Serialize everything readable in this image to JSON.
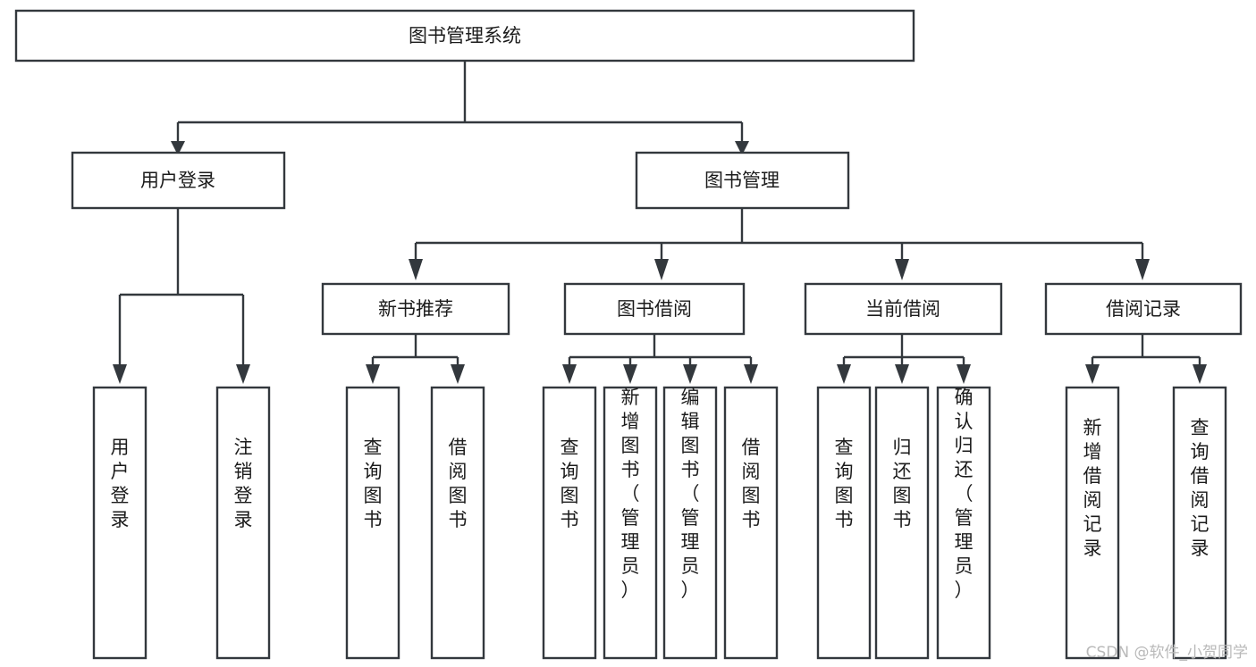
{
  "diagram": {
    "title": "图书管理系统",
    "type": "tree",
    "orientation": "top-down",
    "colors": {
      "box_stroke": "#33383d",
      "box_fill": "#ffffff",
      "connector": "#33383d",
      "text": "#1b1b1b",
      "background": "#ffffff",
      "watermark": "#b9b9b9"
    },
    "root": {
      "label": "图书管理系统",
      "text_orientation": "horizontal"
    },
    "level2": [
      {
        "label": "用户登录",
        "text_orientation": "horizontal"
      },
      {
        "label": "图书管理",
        "text_orientation": "horizontal"
      }
    ],
    "level3": [
      {
        "label": "新书推荐",
        "text_orientation": "horizontal",
        "parent": "图书管理"
      },
      {
        "label": "图书借阅",
        "text_orientation": "horizontal",
        "parent": "图书管理"
      },
      {
        "label": "当前借阅",
        "text_orientation": "horizontal",
        "parent": "图书管理"
      },
      {
        "label": "借阅记录",
        "text_orientation": "horizontal",
        "parent": "图书管理"
      }
    ],
    "leaves": {
      "用户登录": [
        {
          "label": "用户登录",
          "text_orientation": "vertical"
        },
        {
          "label": "注销登录",
          "text_orientation": "vertical"
        }
      ],
      "新书推荐": [
        {
          "label": "查询图书",
          "text_orientation": "vertical"
        },
        {
          "label": "借阅图书",
          "text_orientation": "vertical"
        }
      ],
      "图书借阅": [
        {
          "label": "查询图书",
          "text_orientation": "vertical"
        },
        {
          "label": "新增图书（管理员）",
          "text_orientation": "vertical"
        },
        {
          "label": "编辑图书（管理员）",
          "text_orientation": "vertical"
        },
        {
          "label": "借阅图书",
          "text_orientation": "vertical"
        }
      ],
      "当前借阅": [
        {
          "label": "查询图书",
          "text_orientation": "vertical"
        },
        {
          "label": "归还图书",
          "text_orientation": "vertical"
        },
        {
          "label": "确认归还（管理员）",
          "text_orientation": "vertical"
        }
      ],
      "借阅记录": [
        {
          "label": "新增借阅记录",
          "text_orientation": "vertical"
        },
        {
          "label": "查询借阅记录",
          "text_orientation": "vertical"
        }
      ]
    }
  },
  "watermark": {
    "text": "CSDN @软件_小贺同学"
  }
}
